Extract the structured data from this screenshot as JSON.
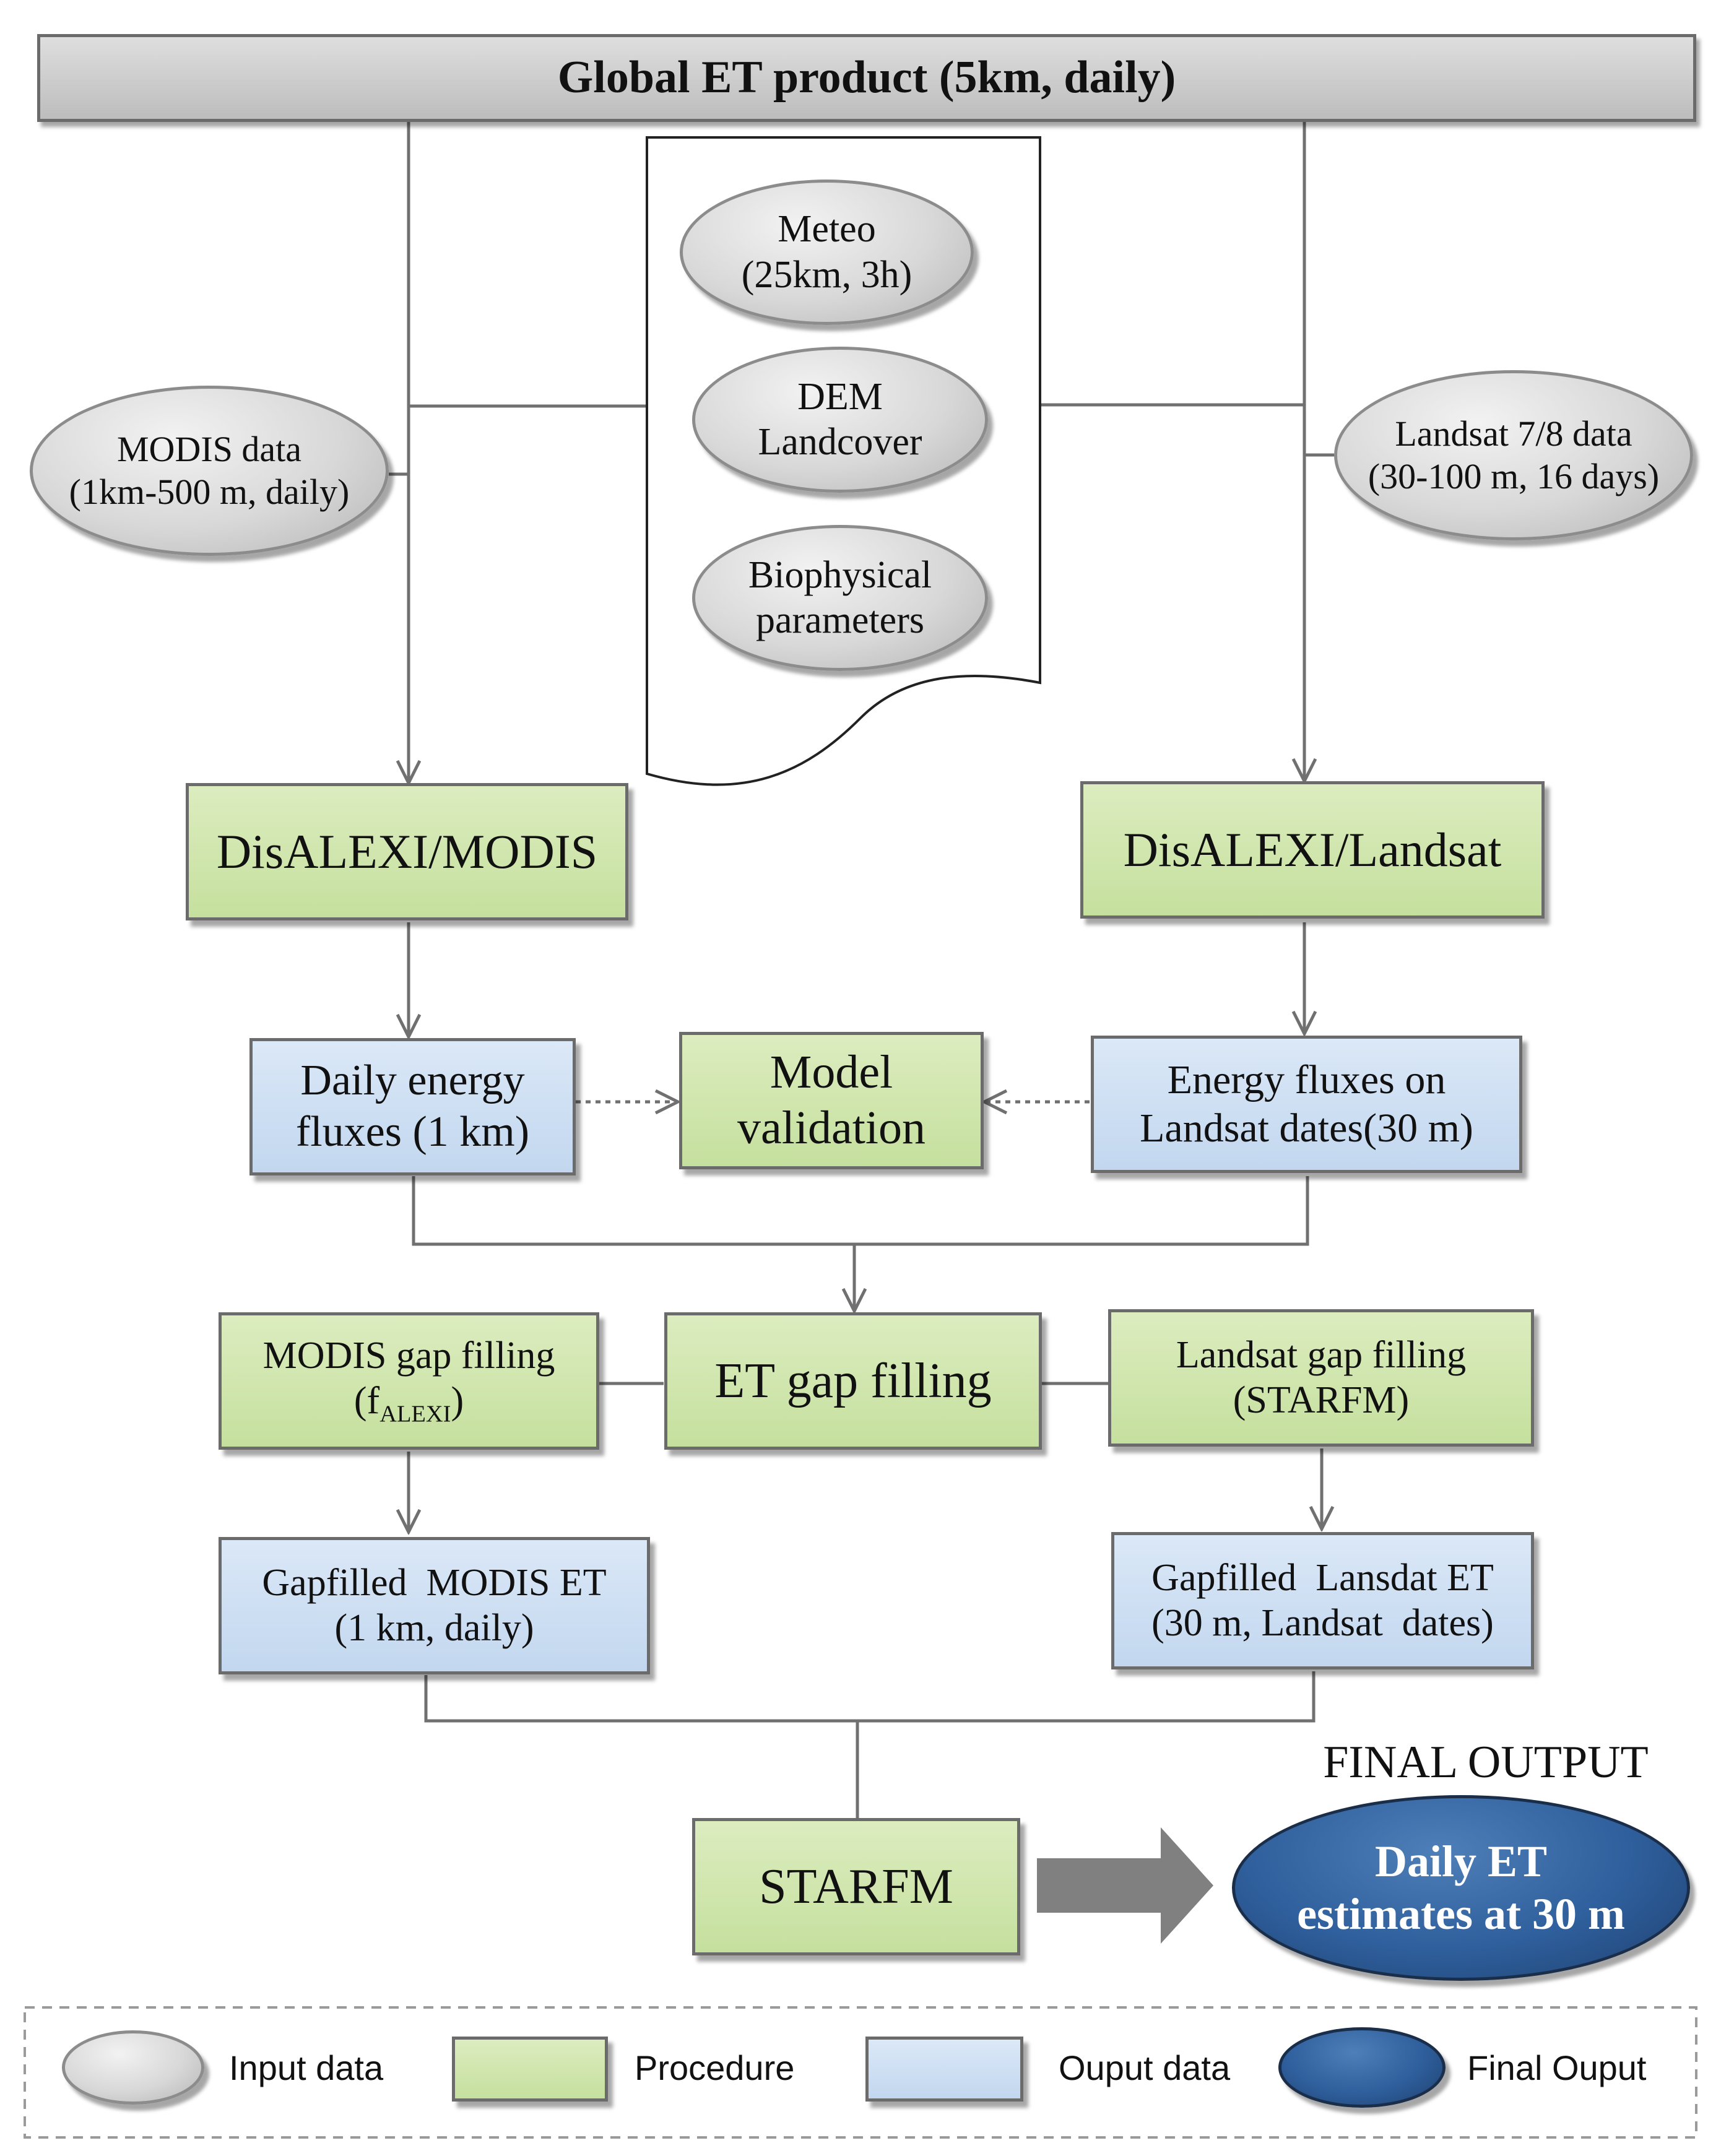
{
  "top": {
    "title": "Global ET product (5km, daily)"
  },
  "inputs": {
    "modis": {
      "line1": "MODIS data",
      "line2": "(1km-500 m, daily)"
    },
    "landsat": {
      "line1": "Landsat 7/8 data",
      "line2": "(30-100 m, 16 days)"
    },
    "meteo": {
      "line1": "Meteo",
      "line2": "(25km, 3h)"
    },
    "dem": {
      "line1": "DEM",
      "line2": "Landcover"
    },
    "biophys": {
      "line1": "Biophysical",
      "line2": "parameters"
    }
  },
  "procedures": {
    "disalexi_modis": "DisALEXI/MODIS",
    "disalexi_landsat": "DisALEXI/Landsat",
    "model_validation": {
      "line1": "Model",
      "line2": "validation"
    },
    "modis_gap": {
      "line1": "MODIS gap filling",
      "line2_prefix": "(f",
      "line2_sub": "ALEXI",
      "line2_suffix": ")"
    },
    "et_gap": "ET gap filling",
    "landsat_gap": {
      "line1": "Landsat gap filling",
      "line2": "(STARFM)"
    },
    "starfm": "STARFM"
  },
  "outputs": {
    "daily_fluxes": {
      "line1": "Daily energy",
      "line2": "fluxes (1 km)"
    },
    "landsat_fluxes": {
      "line1": "Energy fluxes on",
      "line2": "Landsat dates(30 m)"
    },
    "gf_modis": {
      "line1": "Gapfilled  MODIS ET",
      "line2": "(1 km, daily)"
    },
    "gf_landsat": {
      "line1": "Gapfilled  Lansdat ET",
      "line2": "(30 m, Landsat  dates)"
    }
  },
  "final": {
    "heading": "FINAL OUTPUT",
    "line1": "Daily ET",
    "line2": "estimates at 30 m"
  },
  "legend": {
    "input": "Input data",
    "procedure": "Procedure",
    "output": "Ouput data",
    "final": "Final Ouput"
  },
  "colors": {
    "input_fill": "#d0d0d0",
    "procedure_fill": "#cfe6ac",
    "output_fill": "#cfe0f3",
    "final_fill": "#2f5f9c",
    "connector": "#707070",
    "arrow_big": "#808080"
  }
}
